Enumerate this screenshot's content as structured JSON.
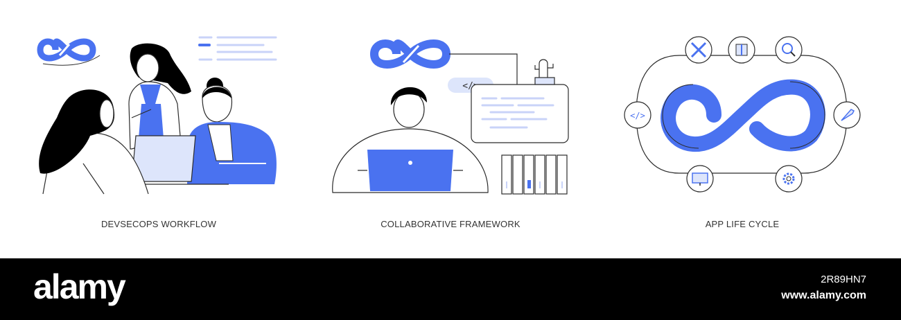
{
  "panels": [
    {
      "caption": "DEVSECOPS WORKFLOW"
    },
    {
      "caption": "COLLABORATIVE FRAMEWORK"
    },
    {
      "caption": "APP LIFE CYCLE"
    }
  ],
  "code_tag": "</>",
  "banner": {
    "logo": "alamy",
    "image_id": "2R89HN7",
    "site": "www.alamy.com"
  },
  "colors": {
    "accent": "#4a72f0",
    "accent_light": "#dde5fb",
    "line": "#2b2b2b",
    "black": "#000000"
  },
  "icons": [
    "infinity-icon",
    "laptop-icon",
    "code-icon",
    "cactus-icon",
    "folder-icon",
    "tools-icon",
    "box-icon",
    "search-icon",
    "rocket-icon",
    "gear-icon",
    "monitor-icon"
  ]
}
